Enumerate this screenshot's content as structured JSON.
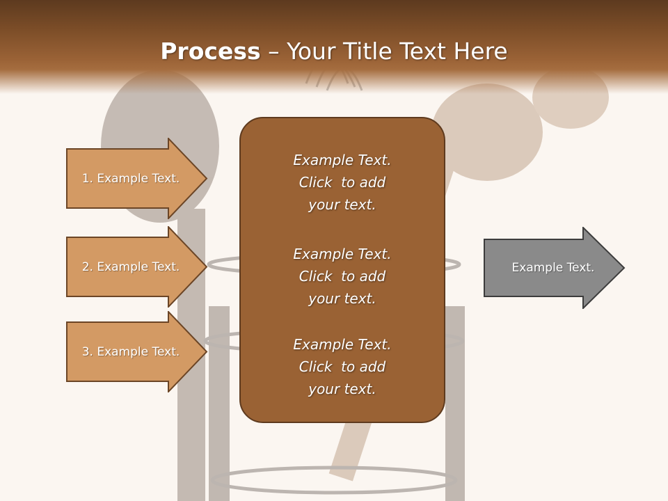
{
  "title": {
    "bold": "Process",
    "rest": " – Your Title Text Here"
  },
  "steps": [
    {
      "label": "1. Example Text."
    },
    {
      "label": "2. Example Text."
    },
    {
      "label": "3. Example Text."
    }
  ],
  "center_blocks": [
    {
      "line1": "Example Text.",
      "line2": "Click  to add",
      "line3": "your text."
    },
    {
      "line1": "Example Text.",
      "line2": "Click  to add",
      "line3": "your text."
    },
    {
      "line1": "Example Text.",
      "line2": "Click  to add",
      "line3": "your text."
    }
  ],
  "result": {
    "label": "Example Text."
  },
  "colors": {
    "title_bar": "#7a4c27",
    "step_arrow_fill": "#d39a64",
    "step_arrow_border": "#6b4526",
    "center_box_fill": "#9a6234",
    "result_arrow_fill": "#8a8a8a",
    "result_arrow_border": "#3c3c3c"
  }
}
